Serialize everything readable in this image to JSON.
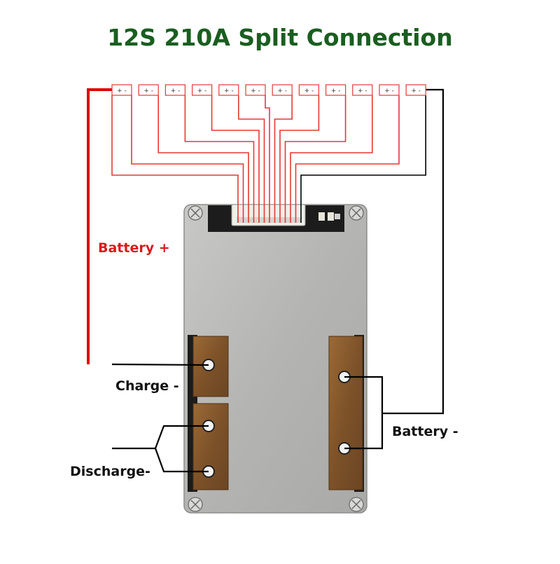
{
  "title": "12S 210A Split Connection",
  "cell_count": 12,
  "cell_terminal_text": "+ -",
  "labels": {
    "battery_plus": "Battery +",
    "charge_minus": "Charge -",
    "discharge_minus": "Discharge-",
    "battery_minus": "Battery -"
  },
  "colors": {
    "title": "#1a5e20",
    "battery_plus_label": "#d81b1b",
    "label_text": "#111111",
    "balance_wire": "#e53935",
    "positive_wire": "#e00000",
    "negative_wire": "#000000",
    "board_plate": "#b9b9b7",
    "pcb": "#1c1c1c",
    "copper_pad": "#8a5a2b"
  }
}
